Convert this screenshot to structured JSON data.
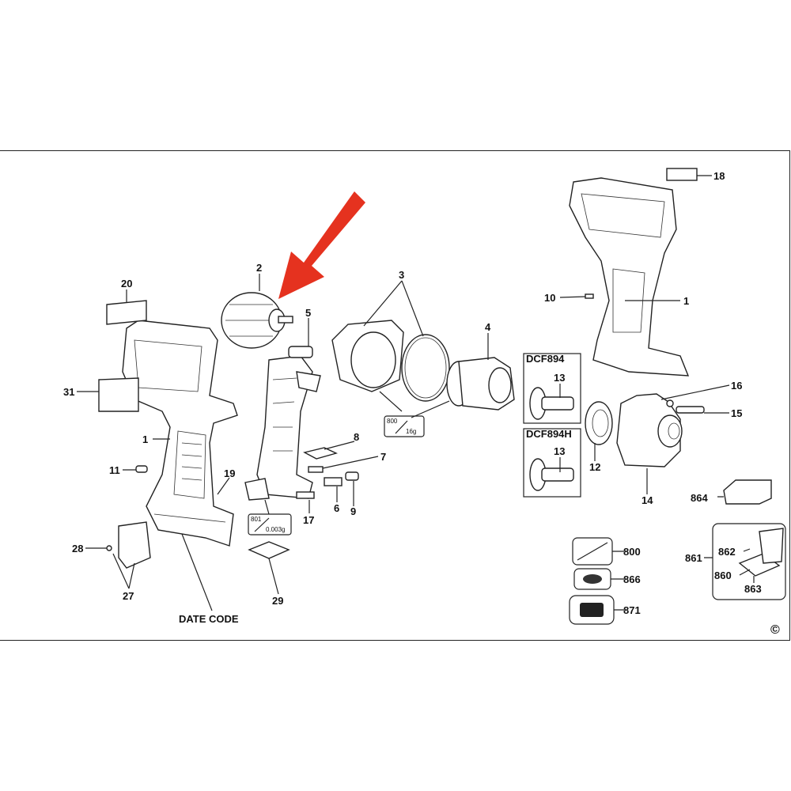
{
  "diagram": {
    "title_labels": {
      "variant_a": "DCF894",
      "variant_b": "DCF894H",
      "date_code": "DATE CODE",
      "copyright": "©"
    },
    "callouts": {
      "p20": "20",
      "p2": "2",
      "p3": "3",
      "p5": "5",
      "p4": "4",
      "p18": "18",
      "p10": "10",
      "p1_right": "1",
      "p31": "31",
      "p13_a": "13",
      "p16": "16",
      "p15": "15",
      "p8": "8",
      "p7": "7",
      "p1_left": "1",
      "p11": "11",
      "p19": "19",
      "p13_b": "13",
      "p12": "12",
      "p14": "14",
      "p864": "864",
      "p6": "6",
      "p9": "9",
      "p17": "17",
      "p28": "28",
      "p29": "29",
      "p27": "27",
      "p800": "800",
      "p866": "866",
      "p871": "871",
      "p861": "861",
      "p862": "862",
      "p860": "860",
      "p863": "863"
    },
    "grease_boxes": [
      {
        "code": "800",
        "amount": "16g"
      },
      {
        "code": "801",
        "amount": "0.003g"
      }
    ],
    "highlight_color": "#e5321f"
  }
}
